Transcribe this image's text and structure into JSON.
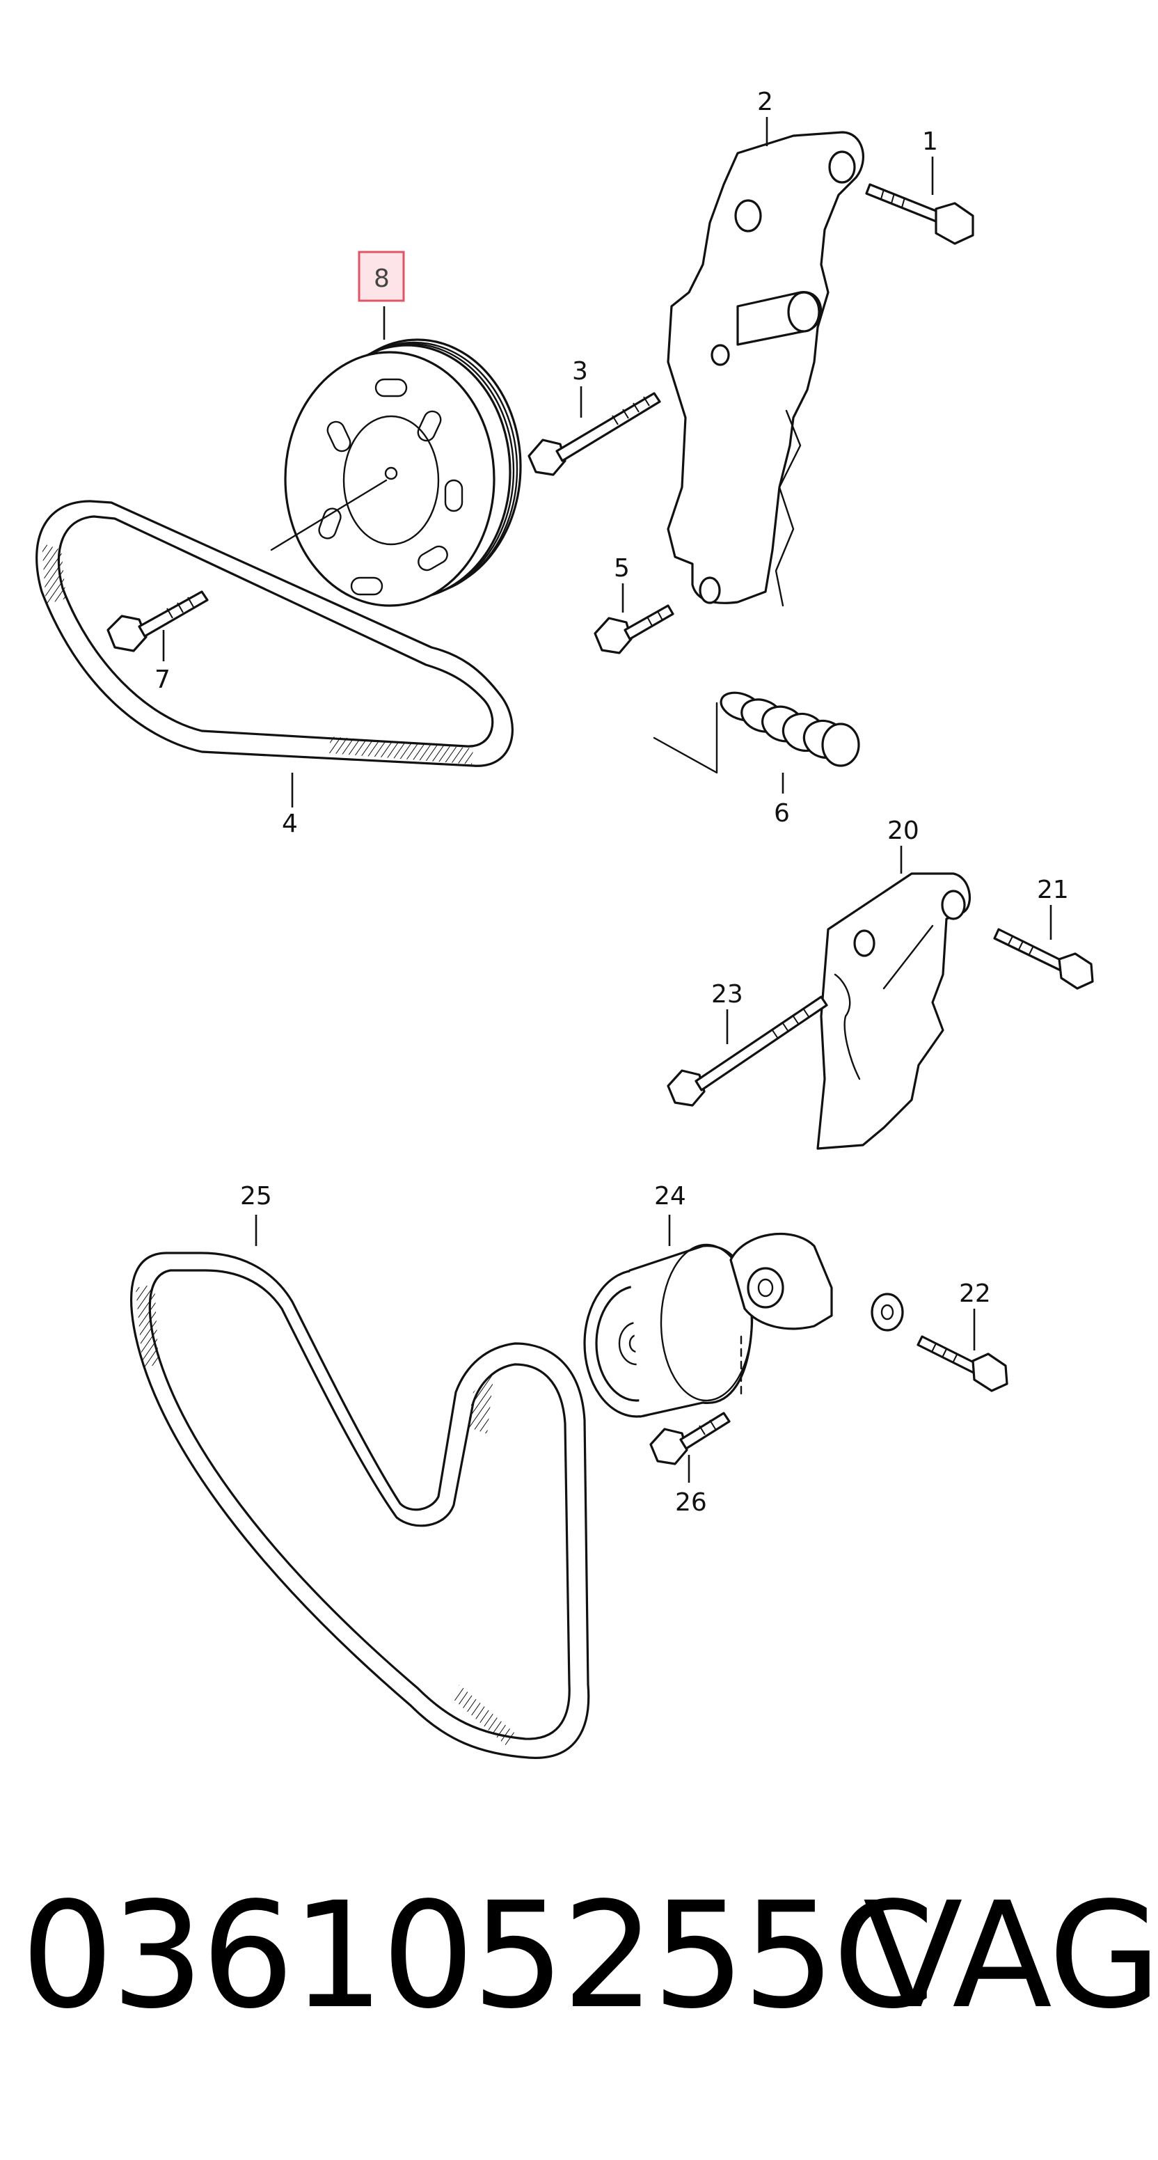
{
  "callouts": {
    "c1": "1",
    "c2": "2",
    "c3": "3",
    "c4": "4",
    "c5": "5",
    "c6": "6",
    "c7": "7",
    "c8": "8",
    "c20": "20",
    "c21": "21",
    "c22": "22",
    "c23": "23",
    "c24": "24",
    "c25": "25",
    "c26": "26"
  },
  "highlighted_callout": "8",
  "highlight_color": "#e05566",
  "footer": {
    "part_number": "036105255C",
    "brand": "VAG"
  }
}
